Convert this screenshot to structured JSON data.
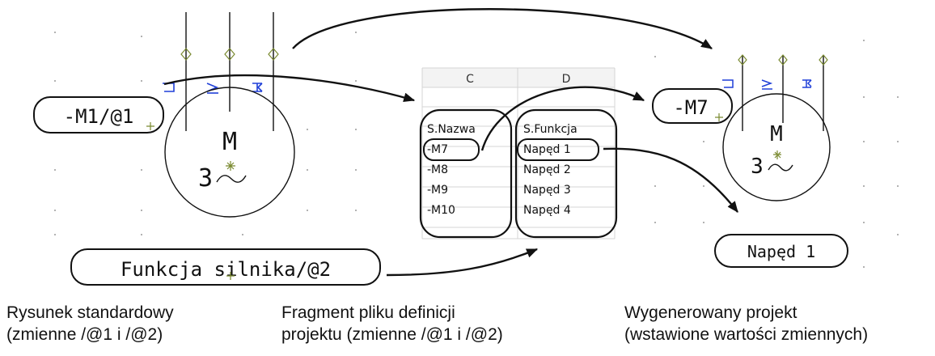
{
  "left_symbol": {
    "name_field": "-M1/@1",
    "motor_letter": "M",
    "phase_number": "3",
    "function_field": "Funkcja silnika/@2"
  },
  "table": {
    "columns": [
      "C",
      "D"
    ],
    "rows": [
      [
        "S.Nazwa",
        "S.Funkcja"
      ],
      [
        "-M7",
        "Napęd 1"
      ],
      [
        "-M8",
        "Napęd 2"
      ],
      [
        "-M9",
        "Napęd 3"
      ],
      [
        "-M10",
        "Napęd 4"
      ]
    ]
  },
  "right_symbol": {
    "name_field": "-M7",
    "motor_letter": "M",
    "phase_number": "3",
    "function_field": "Napęd 1"
  },
  "captions": {
    "left": [
      "Rysunek standardowy",
      "(zmienne /@1 i /@2)"
    ],
    "middle": [
      "Fragment pliku definicji",
      "projektu (zmienne /@1 i /@2)"
    ],
    "right": [
      "Wygenerowany projekt",
      "(wstawione wartości zmiennych)"
    ]
  },
  "colors": {
    "ink": "#111111",
    "terminal_blue": "#1f3fd8",
    "cross_green": "#7a8a30",
    "grid_dot": "#9a9a9a",
    "table_grid": "#d4d4d4",
    "table_header_bg": "#f3f3f3"
  }
}
